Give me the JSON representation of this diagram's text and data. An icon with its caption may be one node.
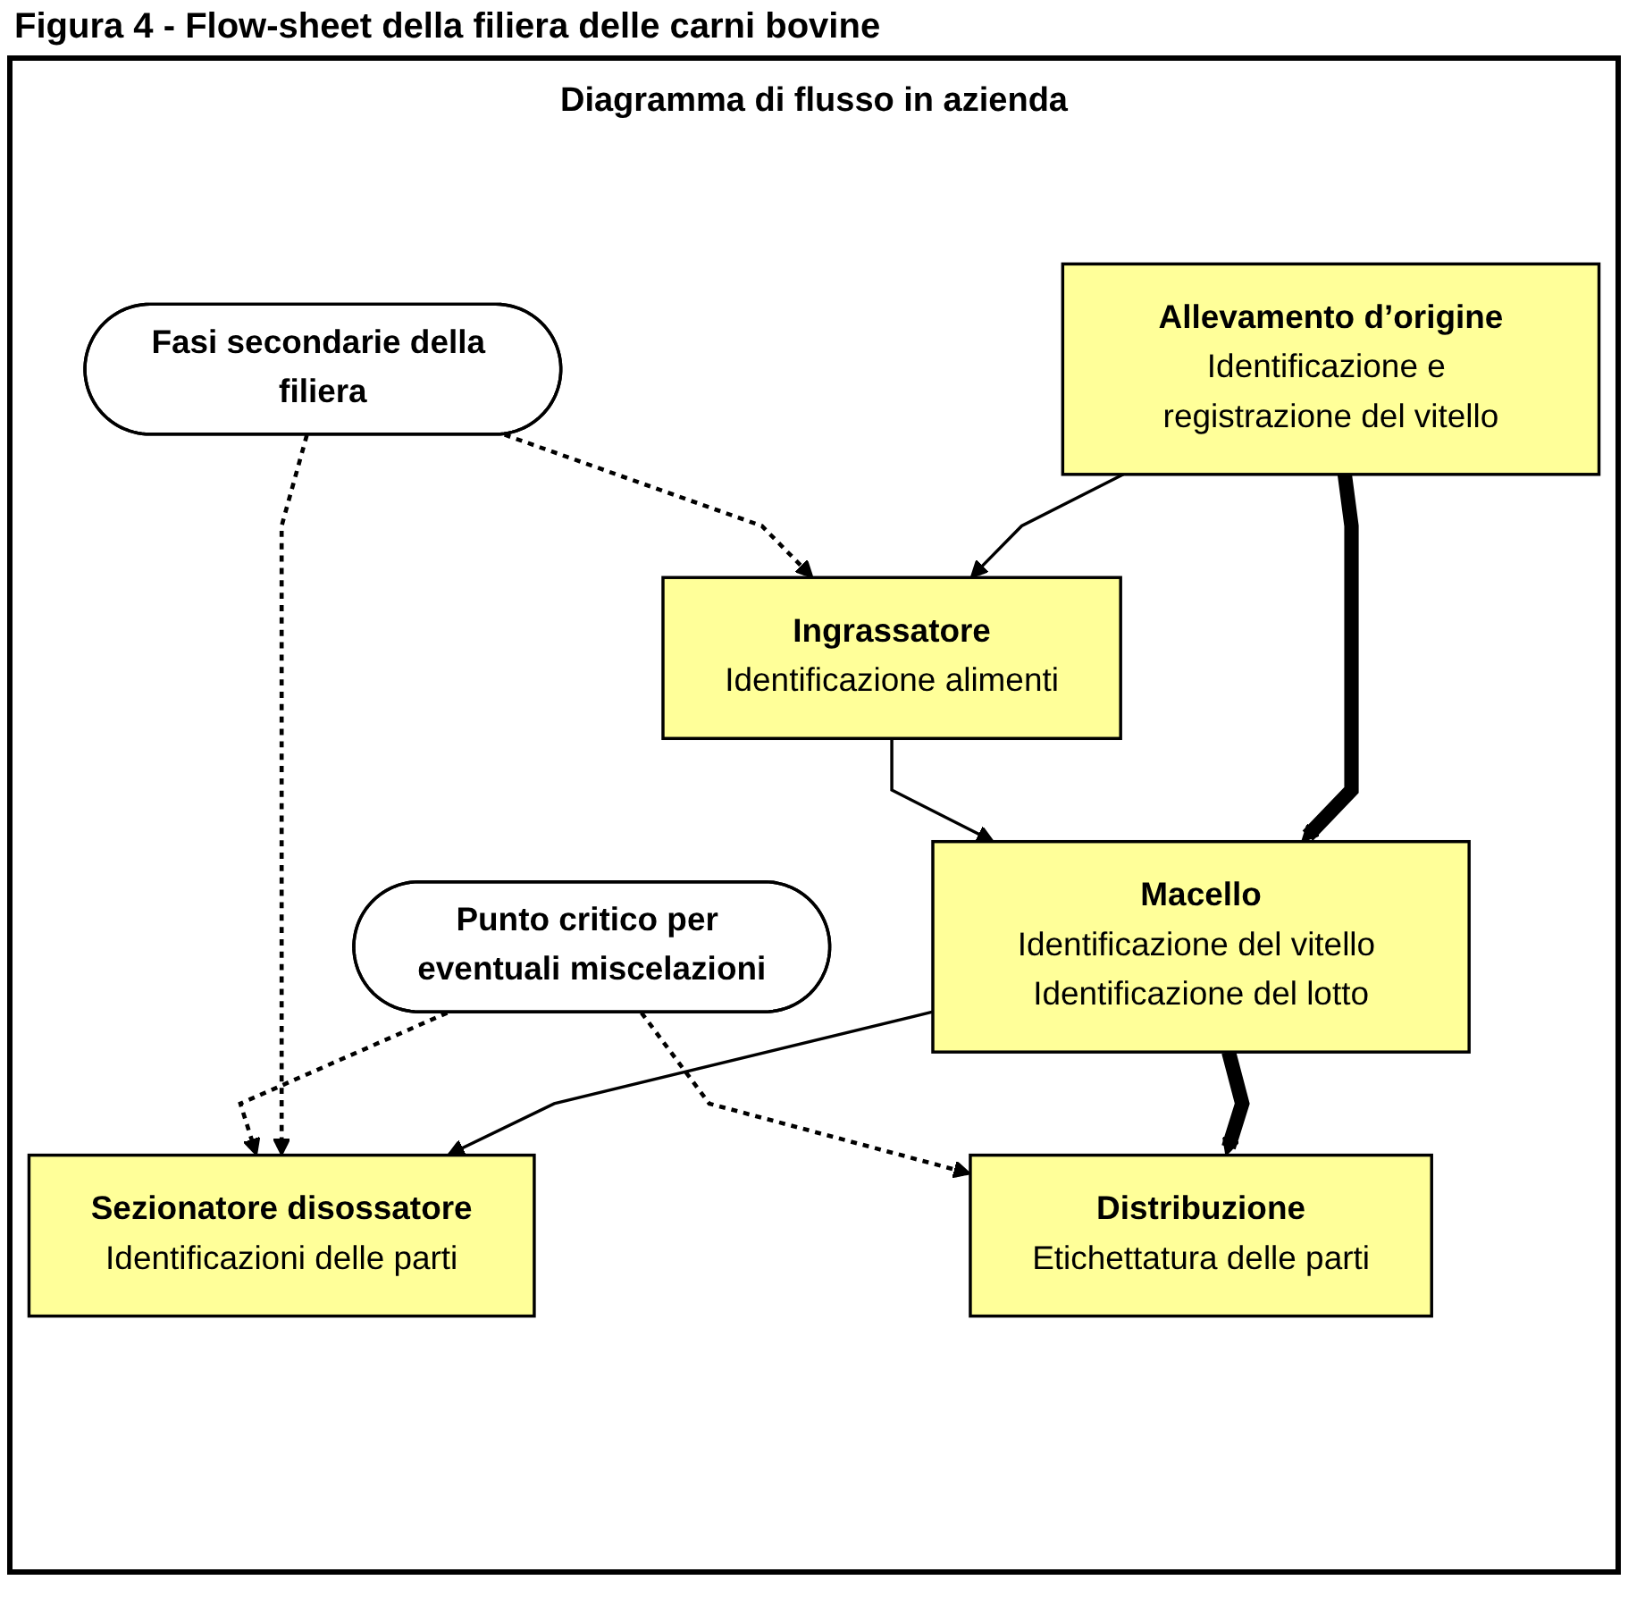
{
  "diagram": {
    "title": "Figura 4 - Flow-sheet della filiera delle carni bovine",
    "nodes": [
      {
        "text": [
          "Allevamento d’origine",
          "Identificazione e registrazione del vitello"
        ]
      },
      {
        "text": [
          "Ingrassatore",
          "Identificazione alimenti"
        ]
      },
      {
        "text": [
          "Fasi secondarie della filiera"
        ]
      },
      {
        "text": [
          "Macello",
          "Identificazione del vitello Identificazione del lotto"
        ]
      },
      {
        "text": [
          "Punto critico per eventuali miscelazioni"
        ]
      },
      {
        "text": [
          "Sezionatore disossatore",
          "Identificazioni delle parti"
        ]
      },
      {
        "text": [
          "Distribuzione",
          "Etichettatura delle parti"
        ]
      }
    ],
    "edges": [
      {
        "from": 0,
        "to": 1,
        "arrow": "to"
      },
      {
        "from": 0,
        "to": 3,
        "arrow": "to",
        "style": "thick"
      },
      {
        "from": 2,
        "to": 1,
        "arrow": "to",
        "style": "dashed"
      },
      {
        "from": 1,
        "to": 3,
        "arrow": "to"
      },
      {
        "from": 3,
        "to": 5,
        "arrow": "to"
      },
      {
        "from": 2,
        "to": 5,
        "arrow": "to",
        "style": "dashed"
      },
      {
        "from": 4,
        "to": 5,
        "arrow": "to",
        "style": "dashed"
      },
      {
        "from": 3,
        "to": 6,
        "arrow": "to",
        "style": "thick"
      },
      {
        "from": 4,
        "to": 6,
        "arrow": "to",
        "style": "dashed"
      }
    ],
    "labels": [
      "Diagramma di flusso in azienda"
    ]
  }
}
